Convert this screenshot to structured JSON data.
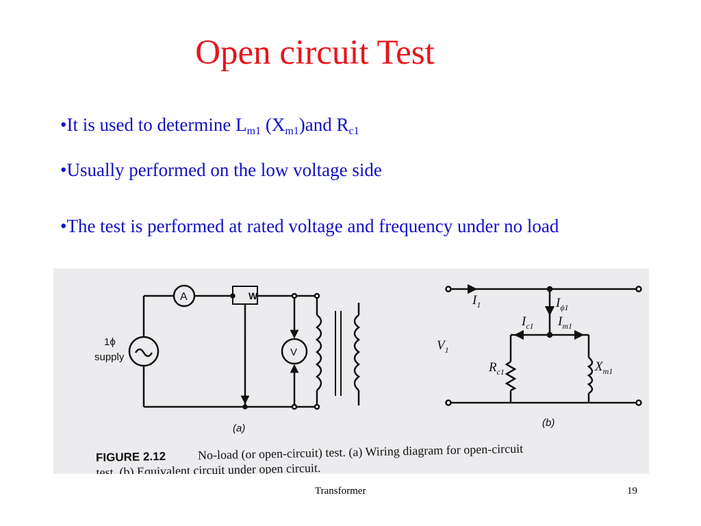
{
  "slide": {
    "title": "Open circuit Test",
    "bullet1": {
      "prefix": "•It is used to determine L",
      "sub1": "m1",
      "mid": " (X",
      "sub2": "m1",
      "mid2": ")and R",
      "sub3": "c1"
    },
    "bullet2": "•Usually performed on the low voltage side",
    "bullet3": "•The test is performed at rated voltage and frequency under no load"
  },
  "figure": {
    "ammeter": "A",
    "wattmeter": "W",
    "voltmeter": "V",
    "phase": "1ϕ",
    "supply": "supply",
    "label_a": "(a)",
    "label_b": "(b)",
    "i1": "I",
    "i1_sub": "1",
    "iphi": "I",
    "iphi_sub": "ϕ1",
    "ic": "I",
    "ic_sub": "c1",
    "im": "I",
    "im_sub": "m1",
    "v1": "V",
    "v1_sub": "1",
    "rc": "R",
    "rc_sub": "c1",
    "xm": "X",
    "xm_sub": "m1",
    "caption_num": "FIGURE 2.12",
    "caption_line1": "No-load (or open-circuit) test. (a) Wiring diagram for open-circuit",
    "caption_line2": "test. (b) Equivalent circuit under open circuit."
  },
  "footer": {
    "center": "Transformer",
    "page": "19"
  }
}
